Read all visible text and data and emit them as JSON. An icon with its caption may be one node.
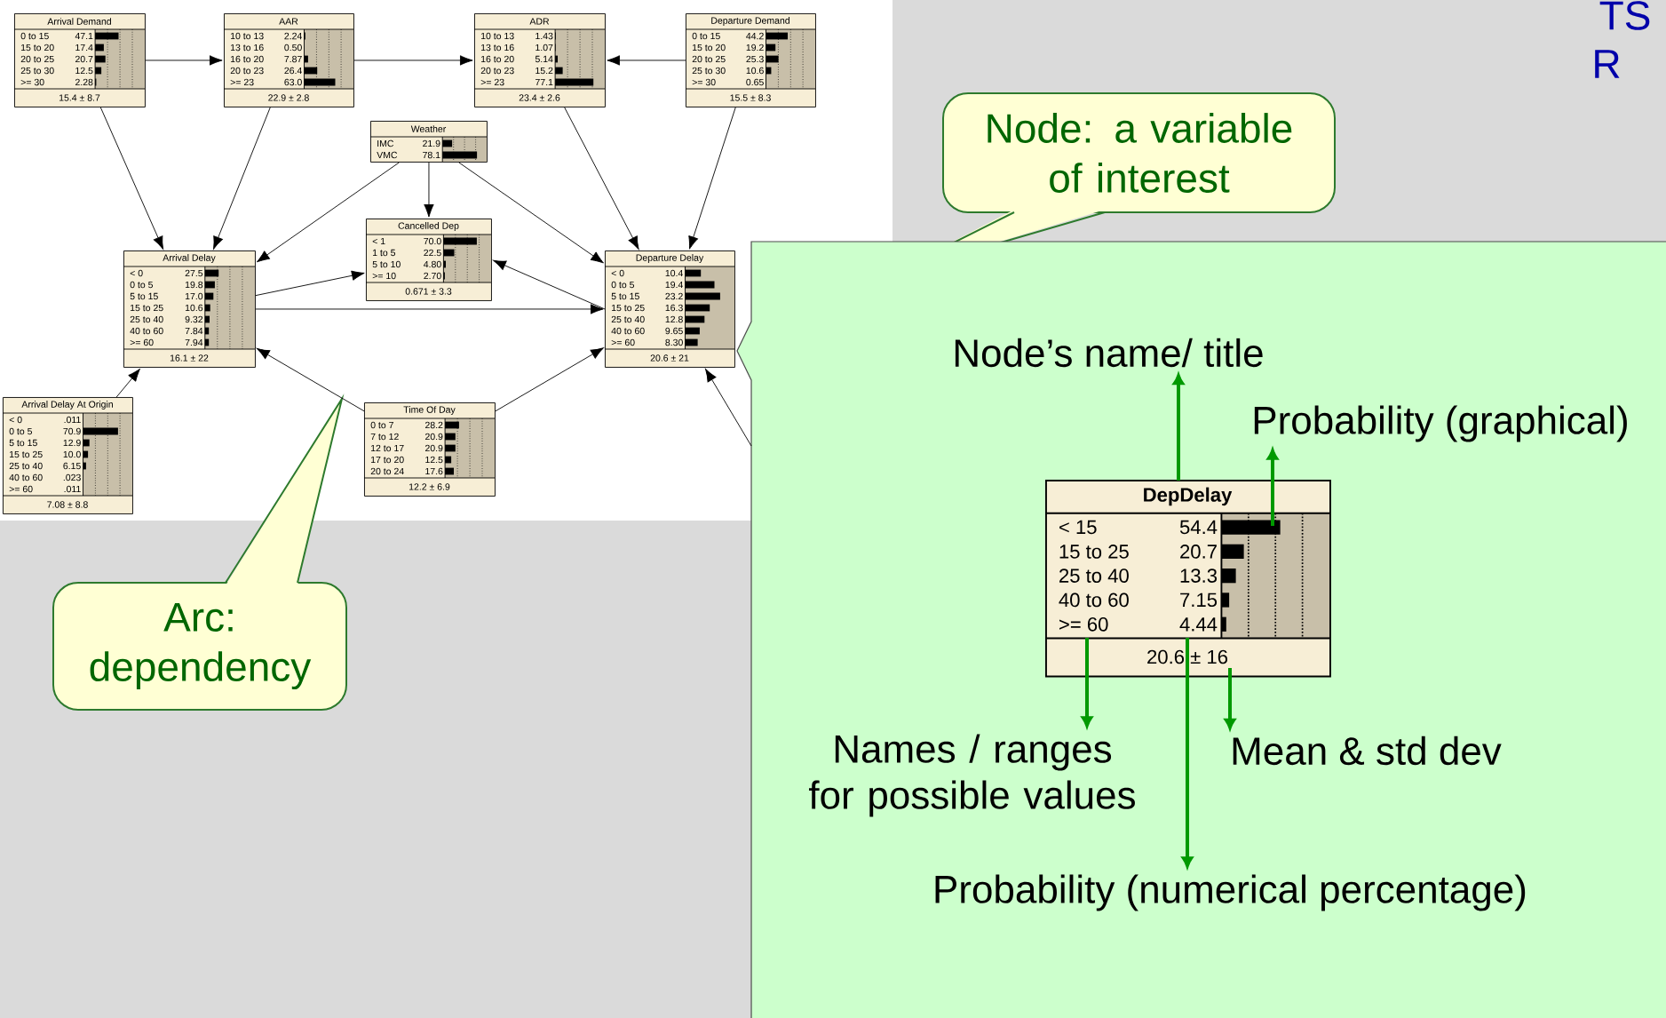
{
  "diagram": {
    "nodes": [
      {
        "text": [
          "Arrival Demand",
          "0 to 15",
          "47.1",
          "15 to 20",
          "17.4",
          "20 to 25",
          "20.7",
          "25 to 30",
          "12.5",
          ">= 30",
          "2.28",
          "15.4 ± 8.7"
        ]
      },
      {
        "text": [
          "AAR",
          "10 to 13",
          "2.24",
          "13 to 16",
          "0.50",
          "16 to 20",
          "7.87",
          "20 to 23",
          "26.4",
          ">= 23",
          "63.0",
          "22.9 ± 2.8"
        ]
      },
      {
        "text": [
          "ADR",
          "10 to 13",
          "1.43",
          "13 to 16",
          "1.07",
          "16 to 20",
          "5.14",
          "20 to 23",
          "15.2",
          ">= 23",
          "77.1",
          "23.4 ± 2.6"
        ]
      },
      {
        "text": [
          "Departure Demand",
          "0 to 15",
          "44.2",
          "15 to 20",
          "19.2",
          "20 to 25",
          "25.3",
          "25 to 30",
          "10.6",
          ">= 30",
          "0.65",
          "15.5 ± 8.3"
        ]
      },
      {
        "text": [
          "Weather",
          "IMC",
          "21.9",
          "VMC",
          "78.1"
        ]
      },
      {
        "text": [
          "Cancelled Dep",
          "< 1",
          "70.0",
          "1 to 5",
          "22.5",
          "5 to 10",
          "4.80",
          ">= 10",
          "2.70",
          "0.671 ± 3.3"
        ]
      },
      {
        "text": [
          "Arrival Delay",
          "< 0",
          "27.5",
          "0 to 5",
          "19.8",
          "5 to 15",
          "17.0",
          "15 to 25",
          "10.6",
          "25 to 40",
          "9.32",
          "40 to 60",
          "7.84",
          ">= 60",
          "7.94",
          "16.1 ± 22"
        ]
      },
      {
        "text": [
          "Departure Delay",
          "< 0",
          "10.4",
          "0 to 5",
          "19.4",
          "5 to 15",
          "23.2",
          "15 to 25",
          "16.3",
          "25 to 40",
          "12.8",
          "40 to 60",
          "9.65",
          ">= 60",
          "8.30",
          "20.6 ± 21"
        ]
      },
      {
        "text": [
          "Arrival Delay At Origin",
          "< 0",
          ".011",
          "0 to 5",
          "70.9",
          "5 to 15",
          "12.9",
          "15 to 25",
          "10.0",
          "25 to 40",
          "6.15",
          "40 to 60",
          ".023",
          ">= 60",
          ".011",
          "7.08 ± 8.8"
        ]
      },
      {
        "text": [
          "Time Of Day",
          "0 to 7",
          "28.2",
          "7 to 12",
          "20.9",
          "12 to 17",
          "20.9",
          "17 to 20",
          "12.5",
          "20 to 24",
          "17.6",
          "12.2 ± 6.9"
        ]
      },
      {
        "text": [
          "Node: a variable of interest"
        ]
      },
      {
        "text": [
          "Arc: dependency"
        ]
      },
      {
        "text": [],
        "shape": "box"
      },
      {
        "text": [
          "DepDelay",
          "< 15",
          "54.4",
          "15 to 25",
          "20.7",
          "25 to 40",
          "13.3",
          "40 to 60",
          "7.15",
          ">= 60",
          "4.44",
          "20.6 ± 16"
        ],
        "in": 12
      },
      {
        "text": [
          "Node’s name/ title"
        ],
        "in": 12
      },
      {
        "text": [
          "Probability (graphical)"
        ],
        "in": 12
      },
      {
        "text": [
          "Names / ranges for possible values"
        ],
        "in": 12
      },
      {
        "text": [
          "Mean & std dev"
        ],
        "in": 12
      },
      {
        "text": [
          "Probability (numerical percentage)"
        ],
        "in": 12
      }
    ],
    "edges": [
      {
        "from": 0,
        "to": 1,
        "arrow": "to"
      },
      {
        "from": 1,
        "to": 2,
        "arrow": "to"
      },
      {
        "from": 3,
        "to": 2,
        "arrow": "to"
      },
      {
        "from": 0,
        "to": 6,
        "arrow": "to"
      },
      {
        "from": 1,
        "to": 6,
        "arrow": "to"
      },
      {
        "from": 2,
        "to": 7,
        "arrow": "to"
      },
      {
        "from": 3,
        "to": 7,
        "arrow": "to"
      },
      {
        "from": 4,
        "to": 6,
        "arrow": "to"
      },
      {
        "from": 4,
        "to": 5,
        "arrow": "to"
      },
      {
        "from": 4,
        "to": 7,
        "arrow": "to"
      },
      {
        "from": 6,
        "to": 5,
        "arrow": "to"
      },
      {
        "from": 7,
        "to": 5,
        "arrow": "to"
      },
      {
        "from": 6,
        "to": 7,
        "arrow": "to"
      },
      {
        "from": 8,
        "to": 6,
        "arrow": "to"
      },
      {
        "from": 9,
        "to": 6,
        "arrow": "to"
      },
      {
        "from": 9,
        "to": 7,
        "arrow": "to"
      },
      {
        "from": 12,
        "to": 7,
        "arrow": "to"
      },
      {
        "from": 13,
        "to": 14,
        "arrow": "to",
        "style": "thick",
        "color": "#009900"
      },
      {
        "from": 13,
        "to": 15,
        "arrow": "to",
        "style": "thick",
        "color": "#009900"
      },
      {
        "from": 13,
        "to": 16,
        "arrow": "to",
        "style": "thick",
        "color": "#009900"
      },
      {
        "from": 13,
        "to": 17,
        "arrow": "to",
        "style": "thick",
        "color": "#009900"
      },
      {
        "from": 13,
        "to": 18,
        "arrow": "to",
        "style": "thick",
        "color": "#009900"
      }
    ],
    "labels": [
      "TS",
      "R"
    ]
  }
}
